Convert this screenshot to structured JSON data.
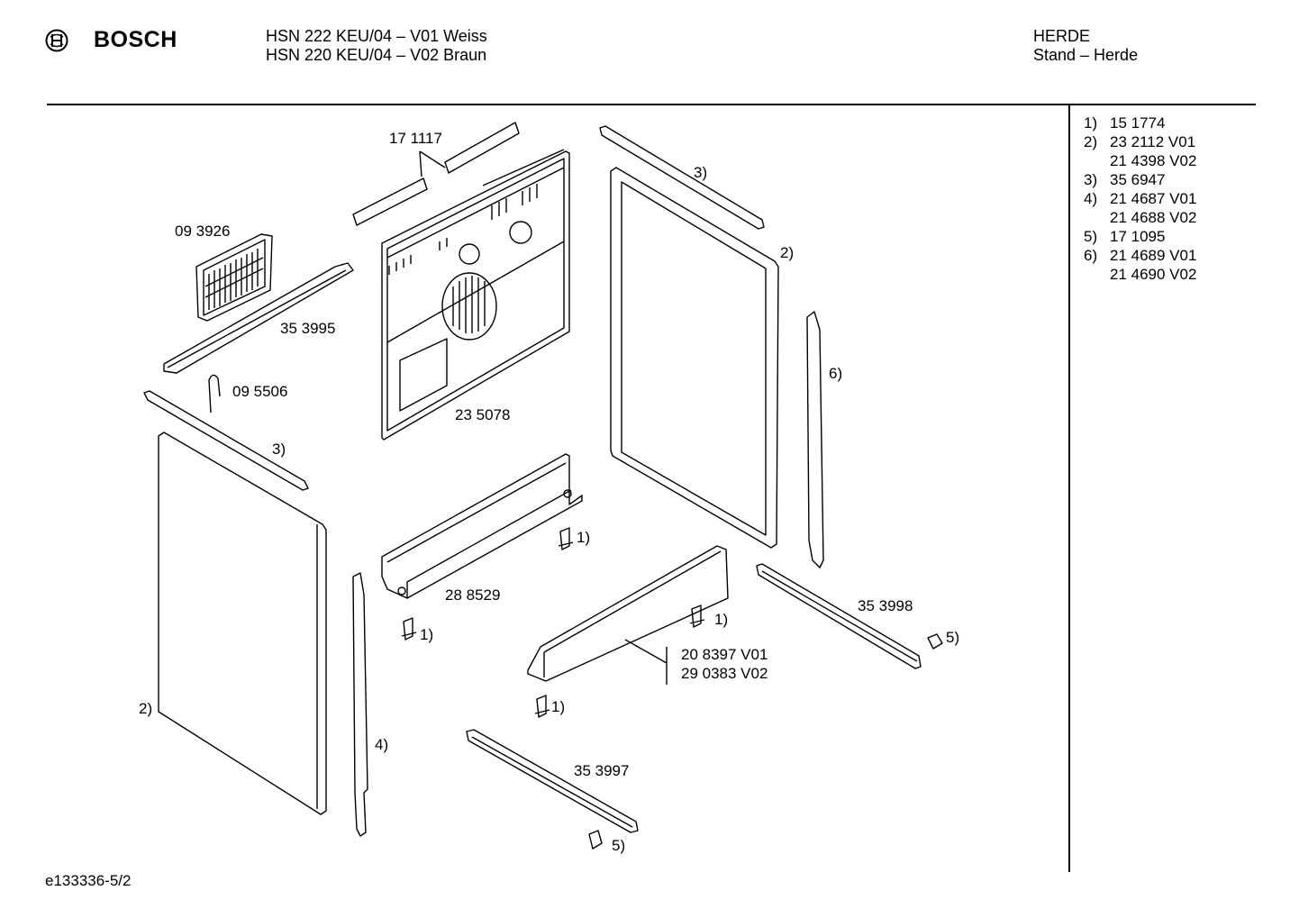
{
  "header": {
    "brand": "BOSCH",
    "model_line_1": "HSN 222 KEU/04 – V01 Weiss",
    "model_line_2": "HSN 220 KEU/04 – V02 Braun",
    "category": "HERDE",
    "subcategory": "Stand – Herde"
  },
  "footer": {
    "doc_id": "e133336-5/2"
  },
  "labels": {
    "l171117": "17 1117",
    "l093926": "09 3926",
    "l353995": "35 3995",
    "l095506": "09 5506",
    "l235078": "23 5078",
    "l3top": "3)",
    "l3left": "3)",
    "l2right": "2)",
    "l2left": "2)",
    "l6": "6)",
    "l1a": "1)",
    "l1b": "1)",
    "l1c": "1)",
    "l1d": "1)",
    "l288529": "28 8529",
    "l353998": "35 3998",
    "l5a": "5)",
    "l5b": "5)",
    "l208397": "20 8397 V01",
    "l290383": "29 0383 V02",
    "l4": "4)",
    "l353997": "35 3997"
  },
  "parts_list": [
    {
      "index": "1)",
      "codes": [
        "15 1774"
      ]
    },
    {
      "index": "2)",
      "codes": [
        "23 2112 V01",
        "21 4398 V02"
      ]
    },
    {
      "index": "3)",
      "codes": [
        "35 6947"
      ]
    },
    {
      "index": "4)",
      "codes": [
        "21 4687 V01",
        "21 4688 V02"
      ]
    },
    {
      "index": "5)",
      "codes": [
        "17 1095"
      ]
    },
    {
      "index": "6)",
      "codes": [
        "21 4689 V01",
        "21 4690 V02"
      ]
    }
  ]
}
